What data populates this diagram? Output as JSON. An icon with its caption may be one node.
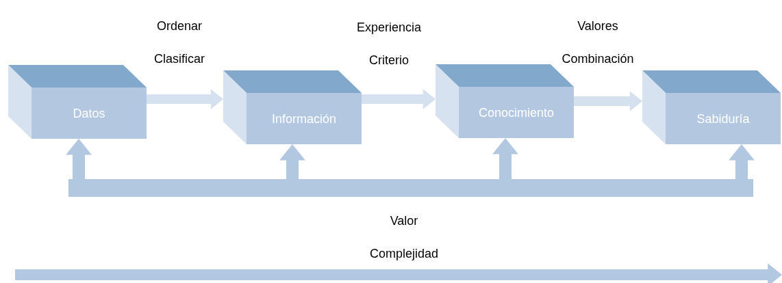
{
  "diagram": {
    "nodes": [
      {
        "text": [
          "Datos"
        ]
      },
      {
        "text": [
          "Información"
        ]
      },
      {
        "text": [
          "Conocimiento"
        ]
      },
      {
        "text": [
          "Sabiduría"
        ]
      },
      {
        "text": [],
        "shape": "bar"
      }
    ],
    "edges": [
      {
        "from": 0,
        "to": 1,
        "arrow": "to",
        "label": "Ordenar Clasificar",
        "color": "#d5e1ee"
      },
      {
        "from": 1,
        "to": 2,
        "arrow": "to",
        "label": "Experiencia Criterio",
        "color": "#d5e1ee"
      },
      {
        "from": 2,
        "to": 3,
        "arrow": "to",
        "label": "Valores Combinación",
        "color": "#d5e1ee"
      },
      {
        "from": 4,
        "to": 0,
        "arrow": "to",
        "style": "thick"
      },
      {
        "from": 4,
        "to": 1,
        "arrow": "to",
        "style": "thick"
      },
      {
        "from": 4,
        "to": 2,
        "arrow": "to",
        "style": "thick"
      },
      {
        "from": 4,
        "to": 3,
        "arrow": "to",
        "style": "thick"
      }
    ],
    "labels": [
      "Valor",
      "Complejidad"
    ]
  }
}
